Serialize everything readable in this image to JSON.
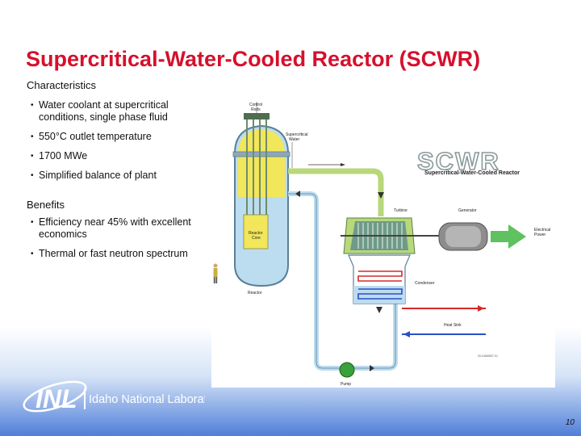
{
  "title": "Supercritical-Water-Cooled Reactor (SCWR)",
  "characteristics": {
    "heading": "Characteristics",
    "items": [
      "Water coolant at supercritical conditions, single phase fluid",
      "550°C outlet temperature",
      "1700 MWe",
      "Simplified balance of plant"
    ]
  },
  "benefits": {
    "heading": "Benefits",
    "items": [
      "Efficiency near 45% with excellent economics",
      "Thermal or fast neutron spectrum"
    ]
  },
  "diagram": {
    "logo_text": "SCWR",
    "logo_subtitle": "Supercritical-Water-Cooled Reactor",
    "labels": {
      "control_rods_1": "Control",
      "control_rods_2": "Rods",
      "supercritical_water_1": "Supercritical",
      "supercritical_water_2": "Water",
      "reactor_core_1": "Reactor",
      "reactor_core_2": "Core",
      "reactor": "Reactor",
      "turbine": "Turbine",
      "generator": "Generator",
      "electrical_power_1": "Electrical",
      "electrical_power_2": "Power",
      "condenser": "Condenser",
      "heat_sink": "Heat Sink",
      "pump": "Pump",
      "ref_code": "00-GA50807-01"
    }
  },
  "footer": {
    "logo_short": "INL",
    "logo_name": "Idaho National Laboratory",
    "page_number": "10"
  },
  "colors": {
    "title_red": "#d6102c",
    "core_yellow": "#f2e65a",
    "coolant_blue": "#bcdcef",
    "pipe_green": "#b8d87a",
    "footer_blue": "#4678d7"
  }
}
